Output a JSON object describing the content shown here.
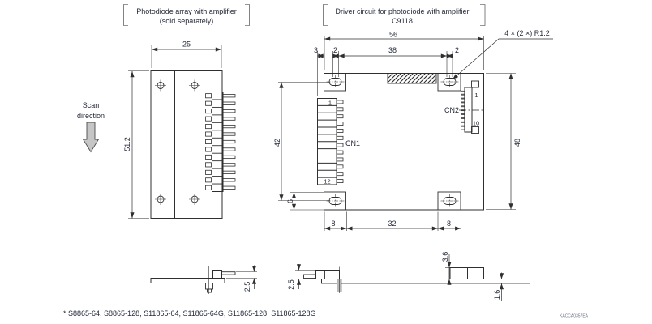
{
  "annotations": {
    "left_label": {
      "line1": "Photodiode array with amplifier",
      "line2": "(sold separately)"
    },
    "right_label": {
      "line1": "Driver circuit for photodiode with amplifier",
      "line2": "C9118"
    },
    "corner_note": "4 × (2 ×) R1.2",
    "scan": {
      "line1": "Scan",
      "line2": "direction"
    },
    "footnote": "* S8865-64, S8865-128, S11865-64, S11865-64G, S11865-128, S11865-128G",
    "doc_code": "KACCA0357EA"
  },
  "connectors": {
    "array": {
      "pins": 13
    },
    "cn1": {
      "label": "CN1",
      "pins": 12,
      "pin_first": "1",
      "pin_last": "12"
    },
    "cn2": {
      "label": "CN2",
      "pins": 10,
      "pin_first": "1",
      "pin_last": "10"
    }
  },
  "dimensions": {
    "array_width": "25",
    "array_height": "51.2",
    "board_width": "56",
    "board_height": "48",
    "top_offset_left": "3",
    "top_hole_left": "2",
    "top_hole_span": "38",
    "top_hole_right": "2",
    "cn1_hole_span": "42",
    "bottom_tab_height": "6",
    "bottom_left": "8",
    "bottom_center": "32",
    "bottom_right": "8",
    "array_side_height": "2.5",
    "driver_side_height": "2.5",
    "cn2_side_height": "3.6",
    "board_thickness": "1.6"
  },
  "colors": {
    "line": "#2f2f2f",
    "text": "#242a38",
    "scan_arrow_fill": "#c6c6c6"
  }
}
